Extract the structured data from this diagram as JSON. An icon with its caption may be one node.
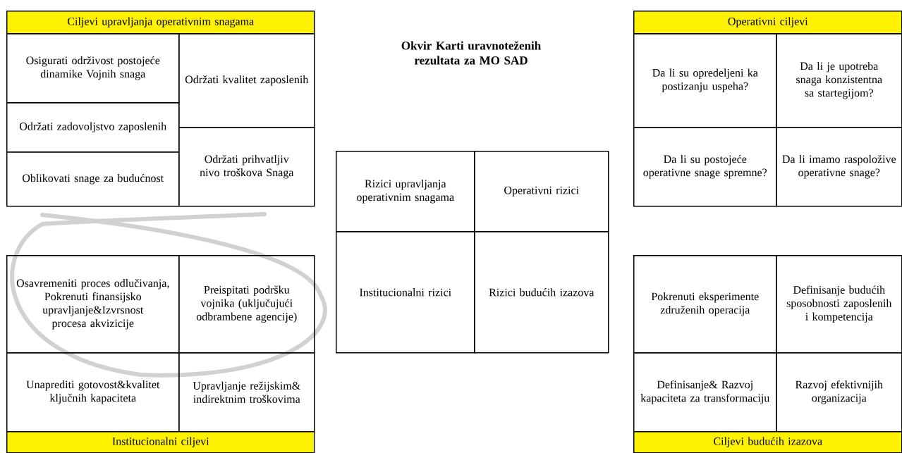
{
  "diagram": {
    "title": "Okvir Karti uravnoteženih rezultata za MO SAD",
    "nodes": [
      {
        "text": [
          "Ciljevi upravljanja operativnim snagama"
        ]
      },
      {
        "text": [
          "Osigurati održivost postojeće dinamike Vojnih snaga"
        ]
      },
      {
        "text": [
          "Održati kvalitet zaposlenih"
        ]
      },
      {
        "text": [
          "Održati zadovoljstvo zaposlenih"
        ]
      },
      {
        "text": [
          "Oblikovati snage za budućnost"
        ]
      },
      {
        "text": [
          "Održati prihvatljiv nivo troškova Snaga"
        ]
      },
      {
        "text": [
          "Osavremeniti proces odlučivanja, Pokrenuti finansijsko upravljanje&Izvrsnost procesa akvizicije"
        ]
      },
      {
        "text": [
          "Preispitati podršku vojnika (uključujući odbrambene agencije)"
        ]
      },
      {
        "text": [
          "Unaprediti gotovost&kvalitet ključnih kapaciteta"
        ]
      },
      {
        "text": [
          "Upravljanje režijskim& indirektnim troškovima"
        ]
      },
      {
        "text": [
          "Institucionalni ciljevi"
        ]
      },
      {
        "text": [
          "Rizici upravljanja operativnim snagama"
        ]
      },
      {
        "text": [
          "Operativni rizici"
        ]
      },
      {
        "text": [
          "Institucionalni rizici"
        ]
      },
      {
        "text": [
          "Rizici budućih izazova"
        ]
      },
      {
        "text": [
          "Operativni ciljevi"
        ]
      },
      {
        "text": [
          "Da li su opredeljeni ka postizanju uspeha?"
        ]
      },
      {
        "text": [
          "Da li je upotreba snaga konzistentna sa startegijom?"
        ]
      },
      {
        "text": [
          "Da li su postojeće operativne snage spremne?"
        ]
      },
      {
        "text": [
          "Da li imamo raspoložive operativne snage?"
        ]
      },
      {
        "text": [
          "Pokrenuti eksperimente združenih operacija"
        ]
      },
      {
        "text": [
          "Definisanje budućih sposobnosti zaposlenih i kompetencija"
        ]
      },
      {
        "text": [
          "Definisanje& Razvoj kapaciteta za transformaciju"
        ]
      },
      {
        "text": [
          "Razvoj efektivnijih organizacija"
        ]
      },
      {
        "text": [
          "Ciljevi budućih izazova"
        ]
      }
    ]
  }
}
